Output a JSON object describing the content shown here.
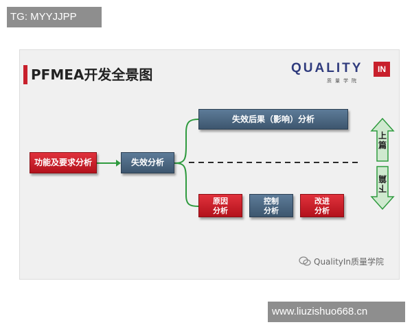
{
  "overlay": {
    "top_left_badge": "TG: MYYJJPP",
    "bottom_right_badge": "www.liuzishuo668.cn"
  },
  "slide": {
    "title": "PFMEA开发全景图",
    "logo": {
      "text": "QUALITY",
      "badge": "IN",
      "subtitle": "质量学院"
    },
    "nodes": {
      "function_requirements": "功能及要求分析",
      "failure_analysis": "失效分析",
      "effects_analysis": "失效后果（影响）分析",
      "cause_line1": "原因",
      "cause_line2": "分析",
      "control_line1": "控制",
      "control_line2": "分析",
      "improve_line1": "改进",
      "improve_line2": "分析"
    },
    "arrows": {
      "up_label_1": "上",
      "up_label_2": "篇",
      "down_label": "下篇"
    },
    "watermark": "QualityIn质量学院"
  },
  "colors": {
    "red_box": "#c8202c",
    "slate_box": "#4a6580",
    "connector": "#2e9a3e",
    "arrow_fill": "#cfe9cf"
  }
}
